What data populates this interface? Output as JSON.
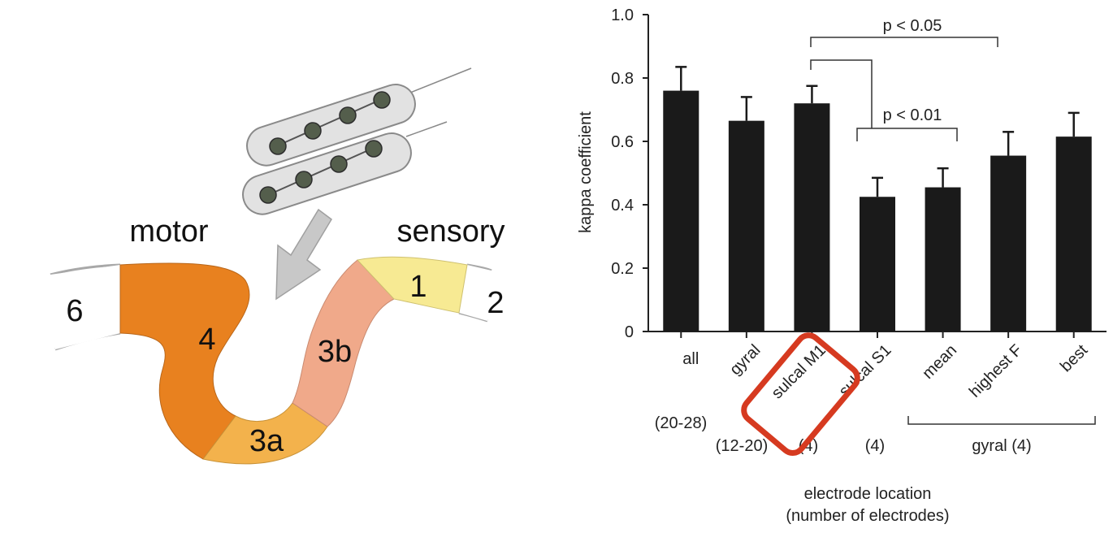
{
  "diagram": {
    "motor_label": "motor",
    "sensory_label": "sensory",
    "areas": {
      "area_6": "6",
      "area_4": "4",
      "area_3a": "3a",
      "area_3b": "3b",
      "area_1": "1",
      "area_2": "2"
    },
    "colors": {
      "area_4": "#e8811f",
      "area_3a": "#f3b24c",
      "area_3b": "#f0a98a",
      "area_1": "#f7ea93",
      "electrode_body": "#e2e2e2",
      "contact": "#545e4c",
      "arrow": "#c8c8c8"
    }
  },
  "chart_data": {
    "type": "bar",
    "ylabel": "kappa coefficient",
    "xlabel_line1": "electrode location",
    "xlabel_line2": "(number of electrodes)",
    "ylim": [
      0,
      1.0
    ],
    "yticks": [
      "0",
      "0.2",
      "0.4",
      "0.6",
      "0.8",
      "1.0"
    ],
    "categories": [
      "all",
      "gyral",
      "sulcal M1",
      "sulcal S1",
      "mean",
      "highest F",
      "best"
    ],
    "values": [
      0.76,
      0.665,
      0.72,
      0.425,
      0.455,
      0.555,
      0.615
    ],
    "errors": [
      0.075,
      0.075,
      0.055,
      0.06,
      0.06,
      0.075,
      0.075
    ],
    "counts": [
      "(20-28)",
      "(12-20)",
      "(4)",
      "(4)",
      "gyral (4)"
    ],
    "highlighted_category": "sulcal M1",
    "annotations": [
      "p < 0.05",
      "p < 0.01"
    ],
    "colors": {
      "bar": "#1a1a1a",
      "highlight": "#d63a20"
    }
  }
}
